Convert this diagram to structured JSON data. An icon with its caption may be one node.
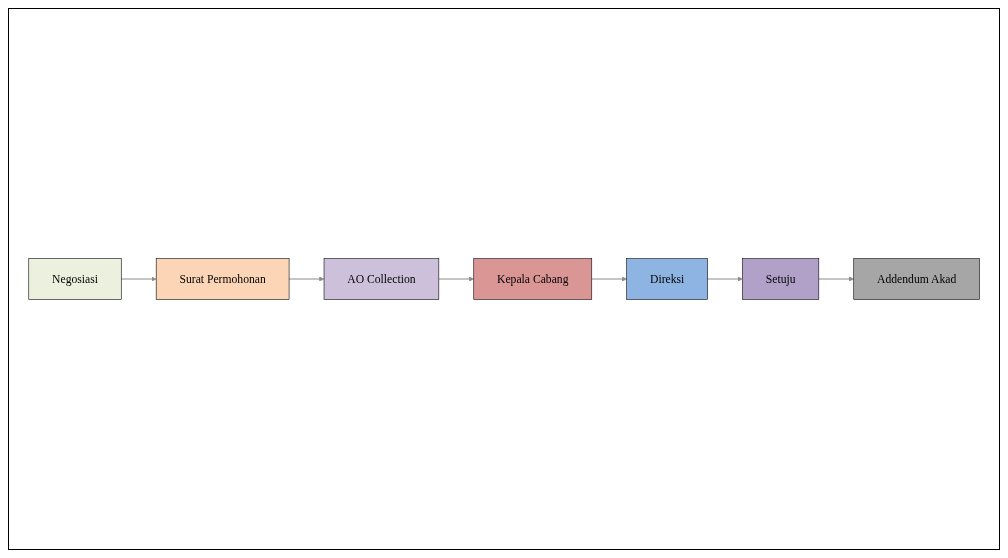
{
  "diagram": {
    "nodes": [
      {
        "text": [
          "Negosiasi"
        ]
      },
      {
        "text": [
          "Surat Permohonan"
        ]
      },
      {
        "text": [
          "AO Collection"
        ]
      },
      {
        "text": [
          "Kepala Cabang"
        ]
      },
      {
        "text": [
          "Direksi"
        ]
      },
      {
        "text": [
          "Setuju"
        ]
      },
      {
        "text": [
          "Addendum Akad"
        ]
      }
    ],
    "edges": [
      {
        "from": 0,
        "to": 1,
        "arrow": "to"
      },
      {
        "from": 1,
        "to": 2,
        "arrow": "to"
      },
      {
        "from": 2,
        "to": 3,
        "arrow": "to"
      },
      {
        "from": 3,
        "to": 4,
        "arrow": "to"
      },
      {
        "from": 4,
        "to": 5,
        "arrow": "to"
      },
      {
        "from": 5,
        "to": 6,
        "arrow": "to"
      }
    ]
  }
}
